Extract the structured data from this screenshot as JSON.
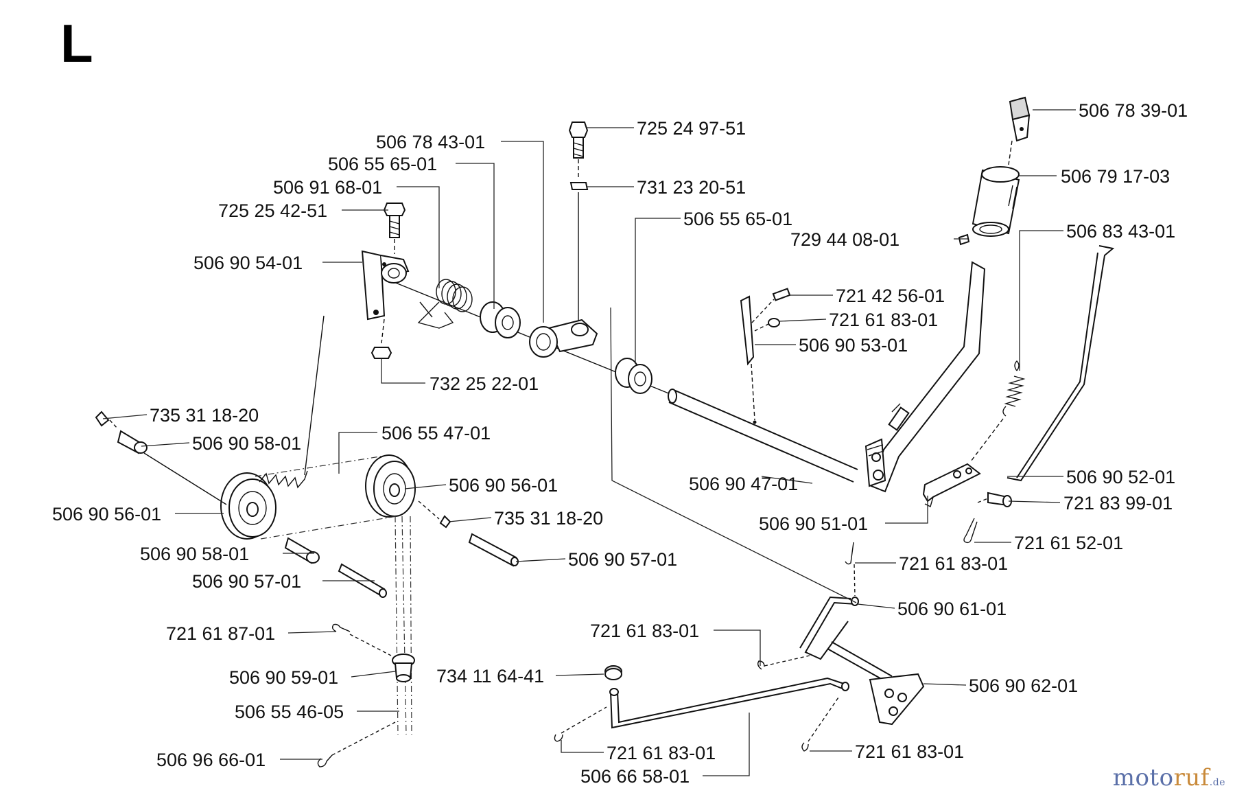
{
  "section_letter": "L",
  "parts": {
    "p1": "506 78 39-01",
    "p2": "725 24 97-51",
    "p3": "506 78 43-01",
    "p4": "506 79 17-03",
    "p5": "506 55 65-01",
    "p6": "731 23 20-51",
    "p7": "506 91 68-01",
    "p8": "506 55 65-01",
    "p9": "725 25 42-51",
    "p10": "506 83 43-01",
    "p11": "729 44 08-01",
    "p12": "506 90 54-01",
    "p13": "721 42 56-01",
    "p14": "721 61 83-01",
    "p15": "506 90 53-01",
    "p16": "732 25 22-01",
    "p17": "735 31 18-20",
    "p18": "506 90 58-01",
    "p19": "506 55 47-01",
    "p20": "506 90 56-01",
    "p21": "506 90 52-01",
    "p22": "506 90 47-01",
    "p23": "721 83 99-01",
    "p24": "506 90 56-01",
    "p25": "735 31 18-20",
    "p26": "506 90 51-01",
    "p27": "721 61 52-01",
    "p28": "506 90 58-01",
    "p29": "506 90 57-01",
    "p30": "721 61 83-01",
    "p31": "506 90 57-01",
    "p32": "506 90 61-01",
    "p33": "721 61 87-01",
    "p34": "721 61 83-01",
    "p35": "506 90 59-01",
    "p36": "734 11 64-41",
    "p37": "506 90 62-01",
    "p38": "506 55 46-05",
    "p39": "721 61 83-01",
    "p40": "721 61 83-01",
    "p41": "506 96 66-01",
    "p42": "506 66 58-01"
  },
  "watermark": {
    "part1": "moto",
    "part2": "ruf",
    "part3": ".de"
  }
}
